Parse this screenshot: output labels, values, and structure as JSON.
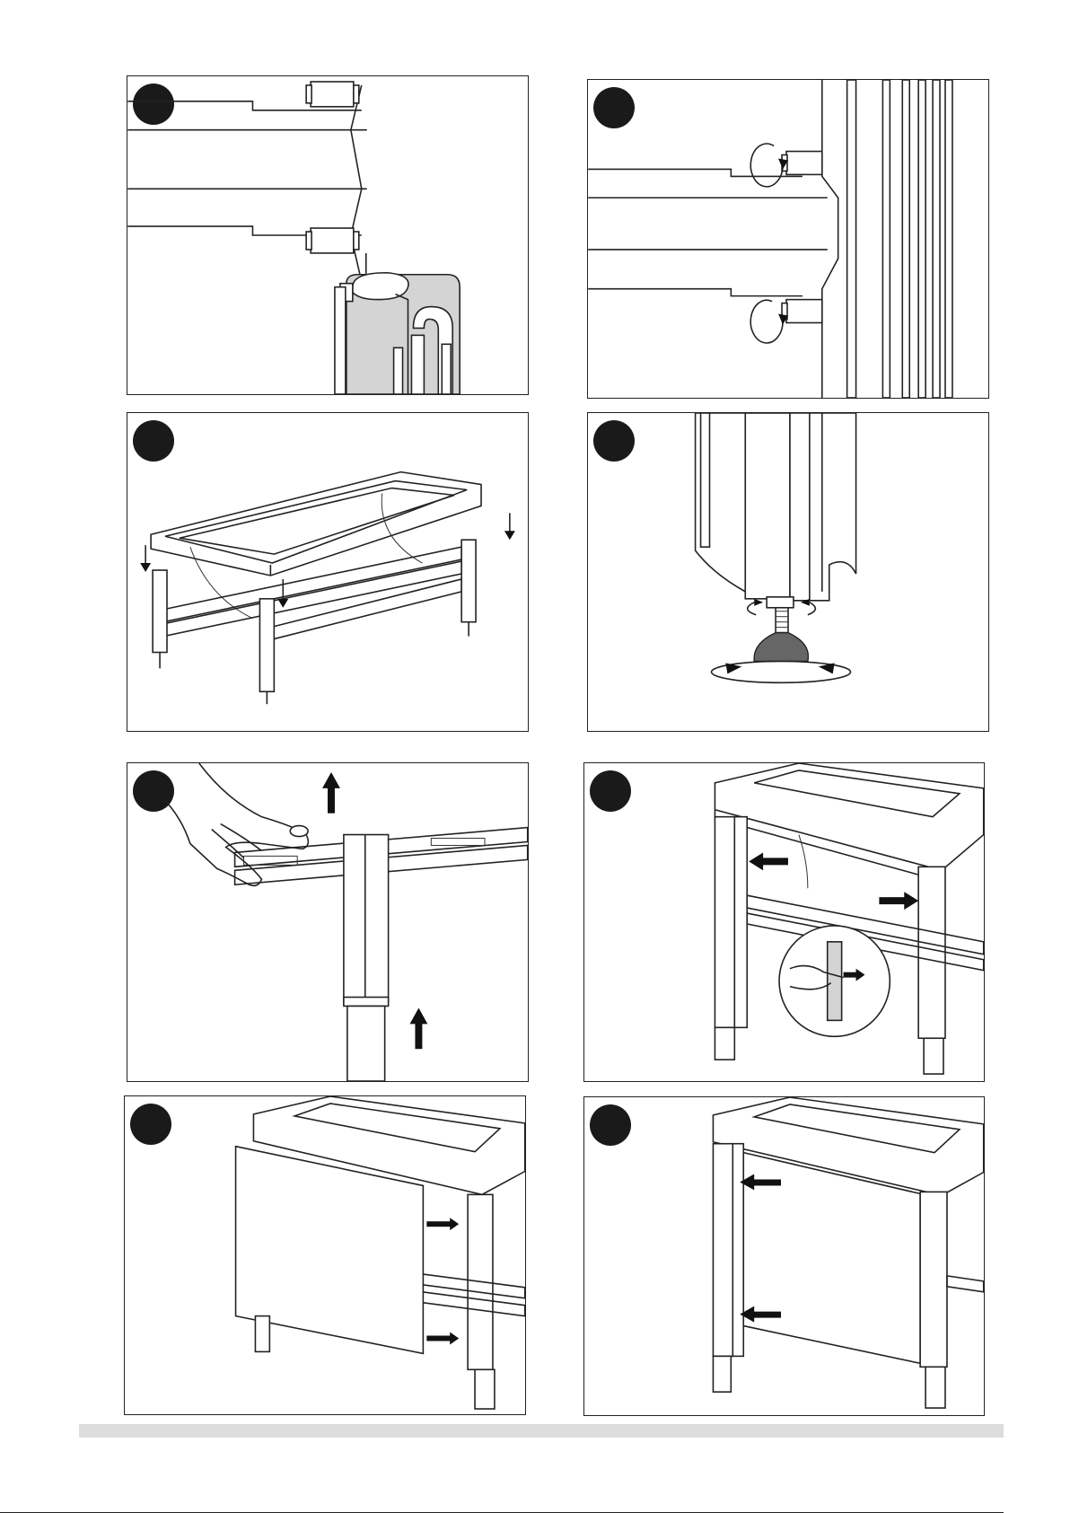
{
  "document": {
    "page_number": "",
    "panels": [
      {
        "id": "p1",
        "description": "",
        "icon": "pipe-connection-icon"
      },
      {
        "id": "p2",
        "description": "",
        "icon": "tighten-nut-icon"
      },
      {
        "id": "p3",
        "description": "",
        "icon": "bathtub-frame-icon"
      },
      {
        "id": "p4",
        "description": "",
        "icon": "adjustable-foot-icon"
      },
      {
        "id": "p5",
        "description": "",
        "icon": "leg-extend-icon"
      },
      {
        "id": "p6",
        "description": "",
        "icon": "panel-clip-icon"
      },
      {
        "id": "p7",
        "description": "",
        "icon": "front-panel-icon"
      },
      {
        "id": "p8",
        "description": "",
        "icon": "panel-fitted-icon"
      }
    ]
  },
  "colors": {
    "line": "#222222",
    "fill_gray": "#d4d4d4",
    "badge": "#1a1a1a",
    "footer_bar": "#dddddd"
  }
}
